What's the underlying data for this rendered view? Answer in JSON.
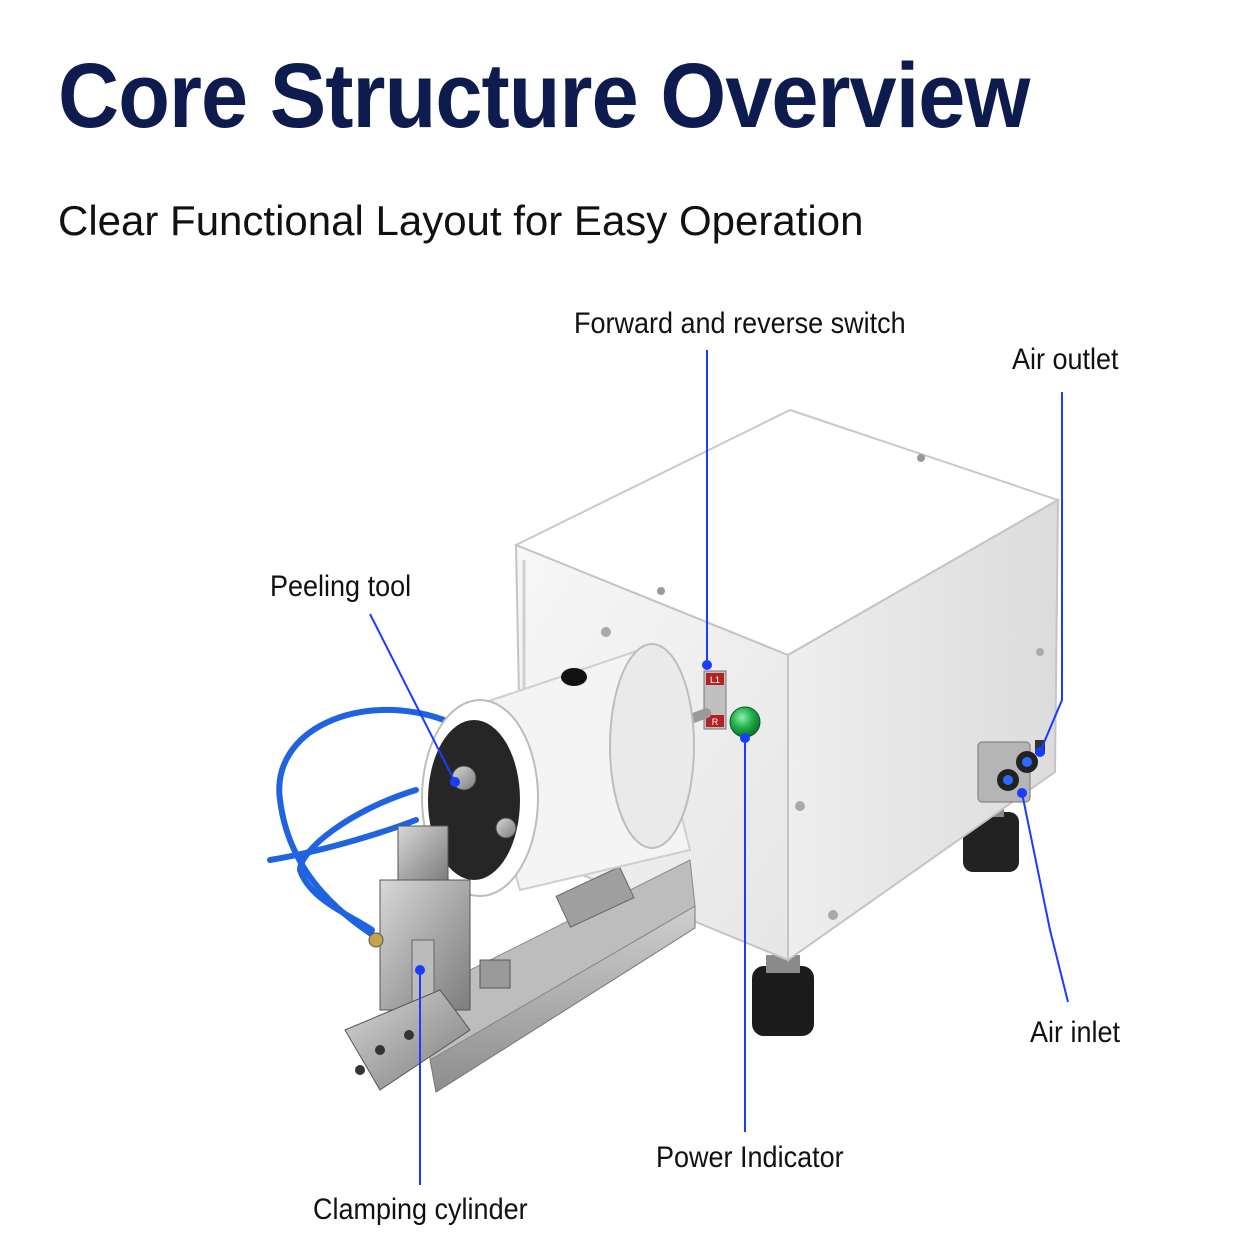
{
  "header": {
    "title": "Core Structure Overview",
    "subtitle": "Clear Functional Layout for Easy Operation"
  },
  "callouts": {
    "forward_reverse_switch": "Forward and reverse switch",
    "air_outlet": "Air outlet",
    "peeling_tool": "Peeling tool",
    "air_inlet": "Air inlet",
    "power_indicator": "Power Indicator",
    "clamping_cylinder": "Clamping cylinder"
  },
  "switch_marks": {
    "upper": "L1",
    "lower": "R"
  },
  "colors": {
    "title": "#0d1b4f",
    "leader_line": "#1a3cff",
    "tube": "#1f63e0",
    "indicator": "#1fb04a"
  }
}
